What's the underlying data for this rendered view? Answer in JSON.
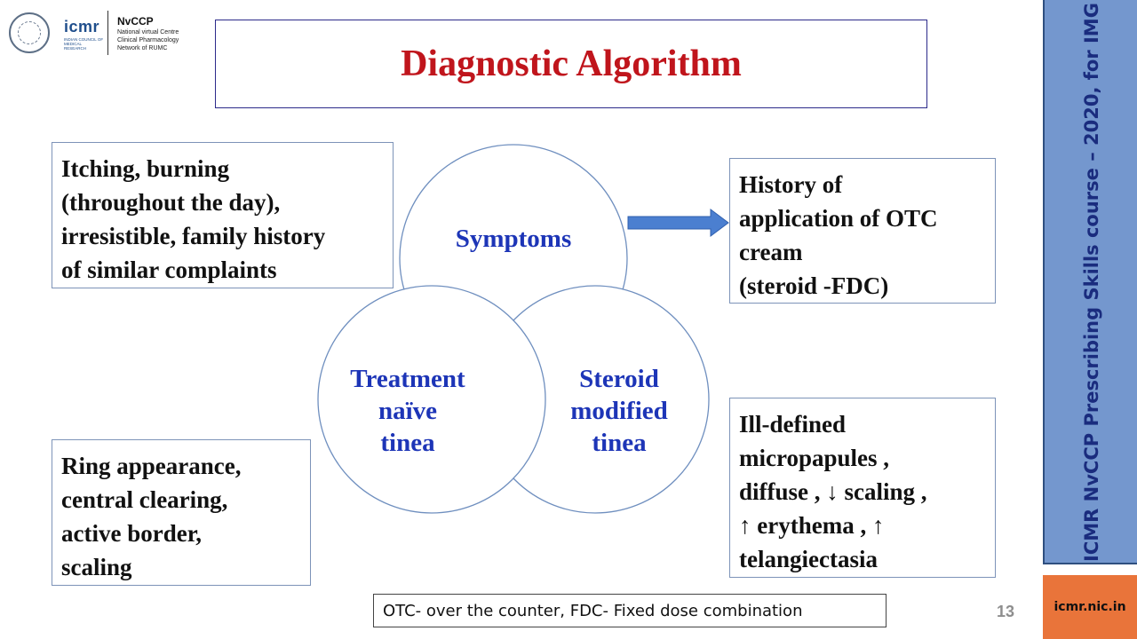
{
  "header": {
    "icmr_logo_text": "icmr",
    "icmr_logo_subtext": "INDIAN COUNCIL OF MEDICAL RESEARCH",
    "nvccp_title": "NvCCP",
    "nvccp_lines": [
      "National virtual Centre",
      "Clinical Pharmacology",
      "Network of RUMC"
    ]
  },
  "title": "Diagnostic Algorithm",
  "diagram": {
    "circles": {
      "top": {
        "label": "Symptoms"
      },
      "left": {
        "label_lines": [
          "Treatment",
          "naïve",
          "tinea"
        ]
      },
      "right": {
        "label_lines": [
          "Steroid",
          "modified",
          "tinea"
        ]
      }
    },
    "boxes": {
      "symptoms_note": {
        "lines": [
          "Itching, burning",
          "(throughout the day),",
          "irresistible, family history",
          "of similar complaints"
        ]
      },
      "history_note": {
        "lines": [
          "History of",
          "application of OTC",
          "cream",
          "(steroid -FDC)"
        ]
      },
      "naive_features": {
        "lines": [
          "Ring appearance,",
          "central clearing,",
          "active border,",
          "scaling"
        ]
      },
      "steroid_features": {
        "lines": [
          "Ill-defined",
          "micropapules ,",
          "diffuse , ↓ scaling ,",
          "↑ erythema , ↑",
          "telangiectasia"
        ]
      }
    }
  },
  "footnote": "OTC- over the counter, FDC- Fixed dose combination",
  "page_number": "13",
  "sidebar": {
    "text": "ICMR NvCCP Prescribing Skills course – 2020, for IMG",
    "website": "icmr.nic.in"
  },
  "colors": {
    "title": "#c0151c",
    "circle_label": "#1d35b7",
    "arrow": "#4b7fd0",
    "sidebar": "#7497ce",
    "website_button": "#e9743a"
  }
}
